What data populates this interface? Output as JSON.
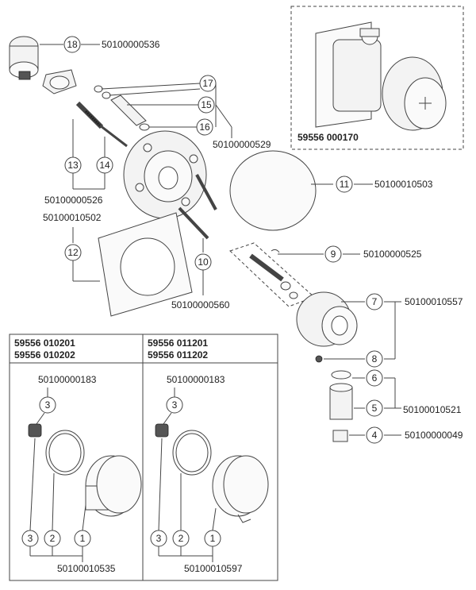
{
  "inset_top": {
    "label": "59556 000170"
  },
  "callouts": [
    {
      "num": "18",
      "code": "50100000536"
    },
    {
      "num": "17",
      "code": ""
    },
    {
      "num": "15",
      "code": ""
    },
    {
      "num": "16",
      "code": ""
    },
    {
      "num": "13",
      "code": ""
    },
    {
      "num": "14",
      "code": ""
    },
    {
      "num": "11",
      "code": "50100010503"
    },
    {
      "num": "12",
      "code": ""
    },
    {
      "num": "10",
      "code": ""
    },
    {
      "num": "9",
      "code": "50100000525"
    },
    {
      "num": "7",
      "code": "50100010557"
    },
    {
      "num": "8",
      "code": ""
    },
    {
      "num": "6",
      "code": ""
    },
    {
      "num": "5",
      "code": "50100010521"
    },
    {
      "num": "4",
      "code": "50100000049"
    }
  ],
  "codes": {
    "c_15_17_16": "50100000529",
    "c_13_14": "50100000526",
    "c_12": "50100010502",
    "c_10": "50100000560"
  },
  "kits": [
    {
      "header_line1": "59556 010201",
      "header_line2": "59556 010202",
      "code_top": "50100000183",
      "n_top": "3",
      "n_bottom": [
        "3",
        "2",
        "1"
      ],
      "code_bottom": "50100010535"
    },
    {
      "header_line1": "59556 011201",
      "header_line2": "59556 011202",
      "code_top": "50100000183",
      "n_top": "3",
      "n_bottom": [
        "3",
        "2",
        "1"
      ],
      "code_bottom": "50100010597"
    }
  ]
}
